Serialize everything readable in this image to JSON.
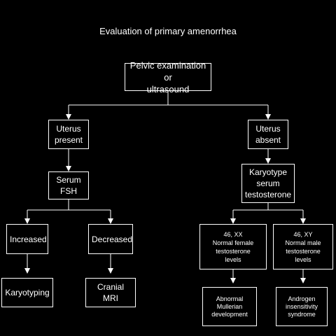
{
  "title": "Evaluation of primary amenorrhea",
  "nodes": {
    "pelvic": "Pelvic examination or\nultrasound",
    "uterus_present": "Uterus\npresent",
    "uterus_absent": "Uterus\nabsent",
    "serum_fsh": "Serum\nFSH",
    "karyotype_testosterone": "Karyotype\nserum\ntestosterone",
    "increased": "Increased",
    "decreased": "Decreased",
    "xx": "46, XX\nNormal female\ntestosterone\nlevels",
    "xy": "46, XY\nNormal male\ntestosterone\nlevels",
    "karyotyping": "Karyotyping",
    "cranial_mri": "Cranial MRI",
    "abnormal_mullerian": "Abnormal\nMullerian\ndevelopment",
    "androgen_insensitivity": "Androgen\ninsensitivity\nsyndrome"
  },
  "colors": {
    "background": "#000000",
    "foreground": "#ffffff"
  }
}
